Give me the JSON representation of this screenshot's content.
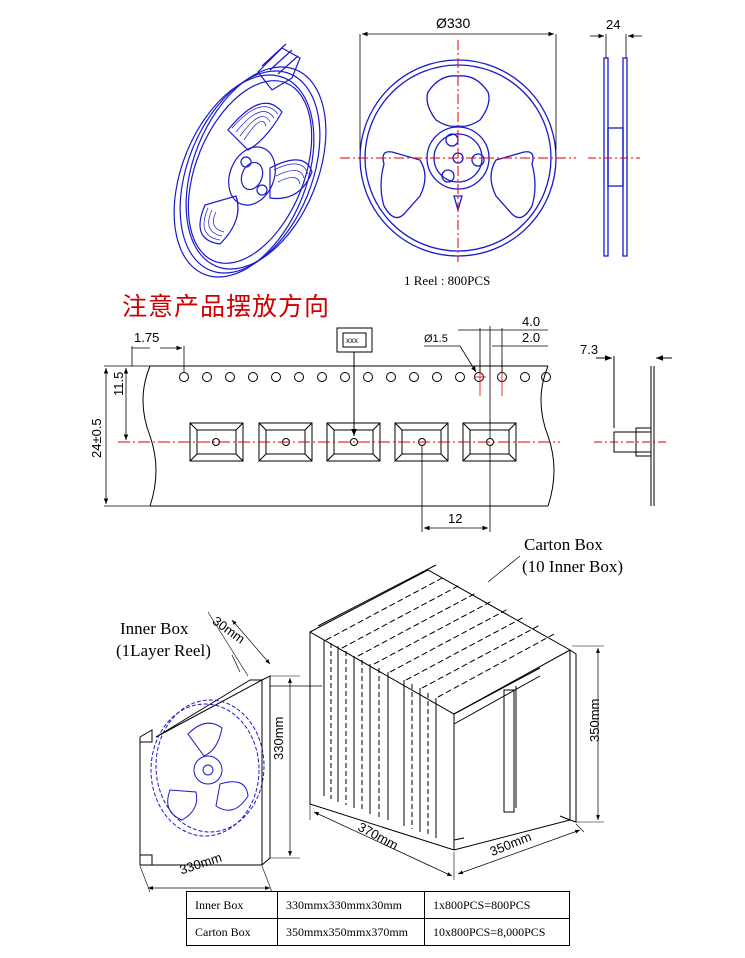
{
  "reel": {
    "diameter_label": "Ø330",
    "width_label": "24",
    "capacity_caption": "1 Reel : 800PCS"
  },
  "tape": {
    "orientation_title": "注意产品摆放方向",
    "component_marking": "xxx",
    "edge_to_hole_label": "1.75",
    "hole_diameter_label": "Ø1.5",
    "hole_pitch_label": "4.0",
    "hole_to_pocket_label": "2.0",
    "thickness_label": "7.3",
    "pocket_offset_label": "11.5",
    "tape_width_label": "24±0.5",
    "pocket_pitch_label": "12"
  },
  "boxes": {
    "carton_title": "Carton Box",
    "carton_subtitle": "(10 Inner Box)",
    "inner_title": "Inner Box",
    "inner_subtitle": "(1Layer Reel)",
    "inner_depth_label": "30mm",
    "inner_height_label": "330mm",
    "inner_width_label": "330mm",
    "carton_height_label": "350mm",
    "carton_length_label": "370mm",
    "carton_width_label": "350mm"
  },
  "spec_table": {
    "rows": [
      {
        "name": "Inner Box",
        "size": "330mmx330mmx30mm",
        "qty": "1x800PCS=800PCS"
      },
      {
        "name": "Carton Box",
        "size": "350mmx350mmx370mm",
        "qty": "10x800PCS=8,000PCS"
      }
    ]
  },
  "colors": {
    "line": "#1a1acc",
    "center": "#e00000",
    "ink": "#000000"
  }
}
